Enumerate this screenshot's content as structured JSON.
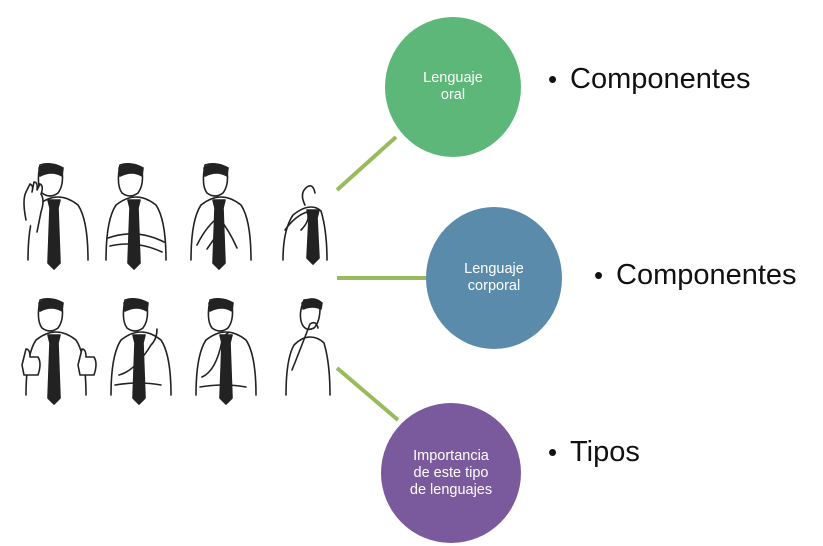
{
  "nodes": [
    {
      "id": "oral",
      "label": "Lenguaje\noral",
      "color": "#5cb778",
      "bullet": "Componentes"
    },
    {
      "id": "corporal",
      "label": "Lenguaje\ncorporal",
      "color": "#5b8bab",
      "bullet": "Componentes"
    },
    {
      "id": "importancia",
      "label": "Importancia\nde este tipo\nde lenguajes",
      "color": "#7a5a9c",
      "bullet": "Tipos"
    }
  ],
  "connector_color": "#99bb5d",
  "bullet_symbol": "•",
  "illustration": {
    "icon": "people-gestures-illustration",
    "count": 8
  }
}
